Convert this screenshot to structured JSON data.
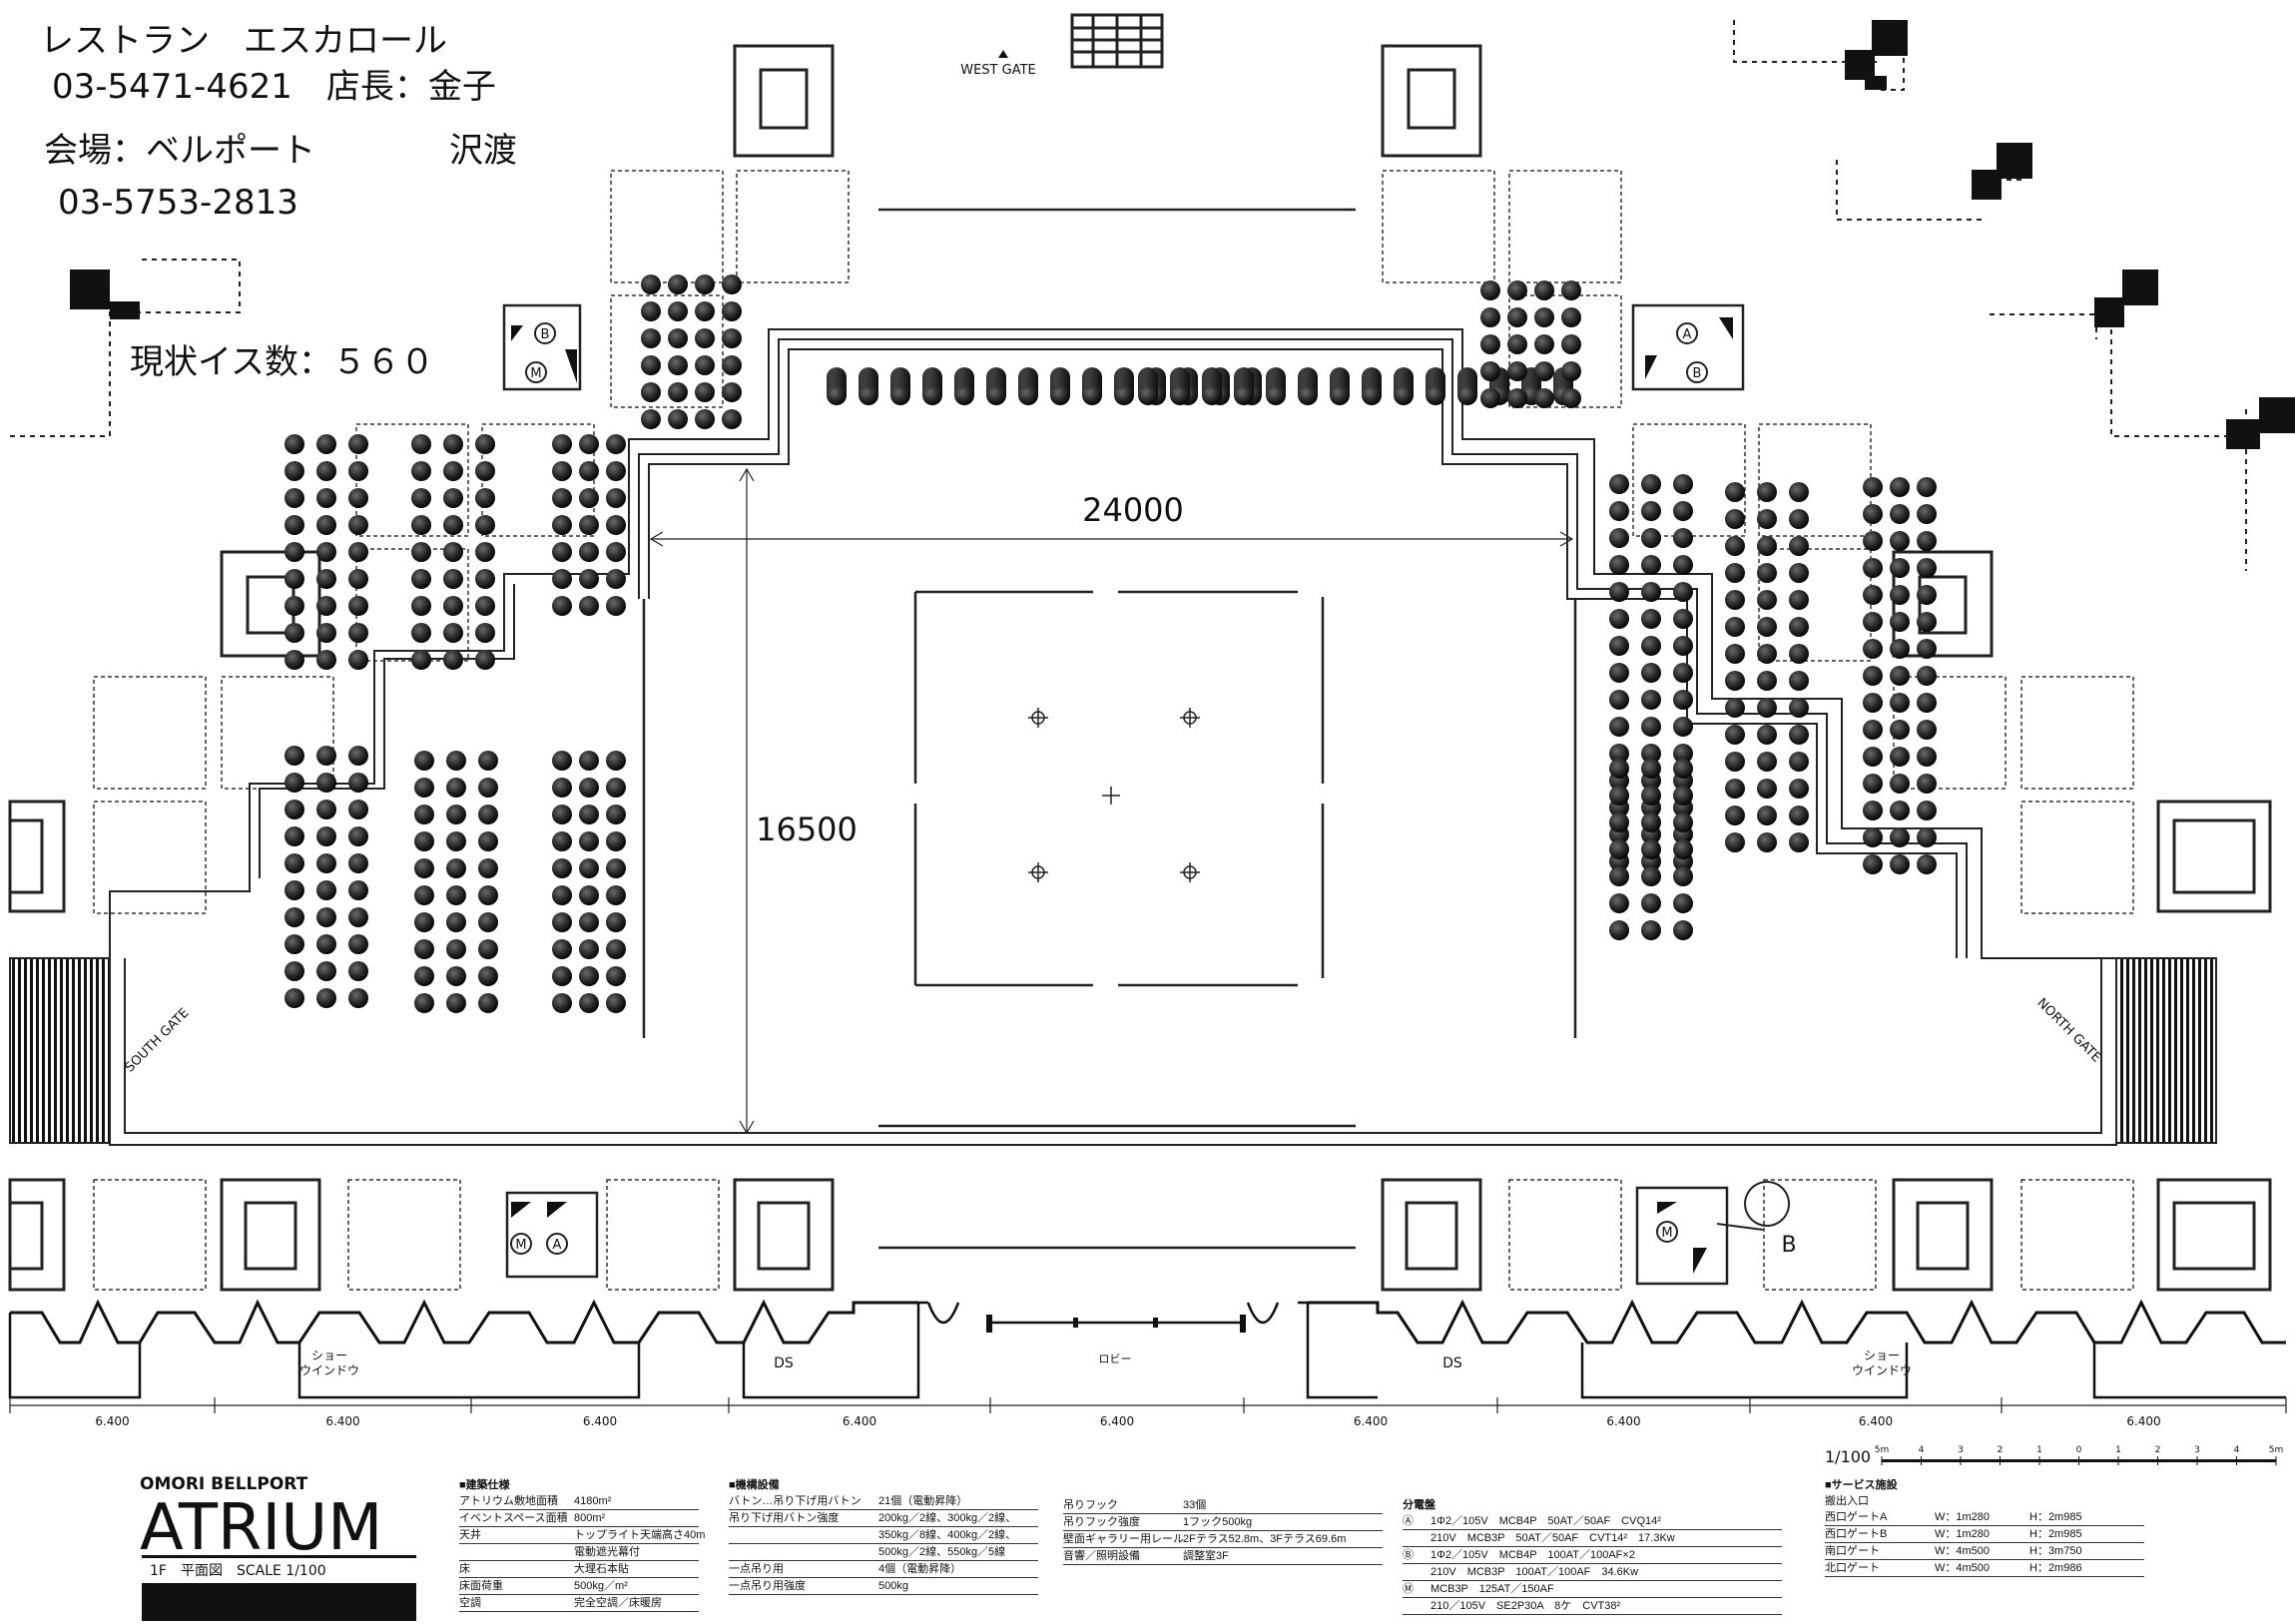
{
  "note": {
    "restaurant": "レストラン　エスカロール",
    "phone": "03-5471-4621　店長：金子",
    "venue": "会場：ベルポート",
    "venue_contact": "沢渡",
    "venue_phone": "03-5753-2813",
    "seat_count": "現状イス数：５６０"
  },
  "gates": {
    "west": "WEST GATE",
    "south": "SOUTH GATE",
    "north": "NORTH GATE"
  },
  "dims": {
    "width": "24000",
    "depth": "16500"
  },
  "panel_labels": {
    "a": "A",
    "b": "B",
    "m": "M"
  },
  "storefront": {
    "ds": "DS",
    "lobby": "ロビー",
    "window_l": [
      "ショー",
      "ウインドウ"
    ],
    "window_r": [
      "ショー",
      "ウインドウ"
    ],
    "bays": [
      "6.400",
      "6.400",
      "6.400",
      "6.400",
      "6.400",
      "6.400",
      "6.400",
      "6.400",
      "6.400"
    ]
  },
  "scale": {
    "label": "1/100",
    "unit": "5m",
    "ticks": [
      "5m",
      "4",
      "3",
      "2",
      "1",
      "0",
      "1",
      "2",
      "3",
      "4",
      "5m"
    ]
  },
  "title": {
    "brand": "OMORI BELLPORT",
    "name": "ATRIUM",
    "sub": "1F　平面図　SCALE 1/100"
  },
  "building": {
    "heading": "■建築仕様",
    "rows": [
      [
        "アトリウム敷地面積",
        "4180m²"
      ],
      [
        "イベントスペース面積",
        "800m²"
      ],
      [
        "天井",
        "トップライト天端高さ40m"
      ],
      [
        "",
        "電動遮光幕付"
      ],
      [
        "床",
        "大理石本貼"
      ],
      [
        "床面荷重",
        "500kg／m²"
      ],
      [
        "空調",
        "完全空調／床暖房"
      ]
    ]
  },
  "mechanism": {
    "heading": "■機構設備",
    "rows": [
      [
        "バトン…吊り下げ用バトン",
        "21個（電動昇降）"
      ],
      [
        "吊り下げ用バトン強度",
        "200kg／2線、300kg／2線、"
      ],
      [
        "",
        "350kg／8線、400kg／2線、"
      ],
      [
        "",
        "500kg／2線、550kg／5線"
      ],
      [
        "一点吊り用",
        "4個（電動昇降）"
      ],
      [
        "一点吊り用強度",
        "500kg"
      ]
    ],
    "rows2": [
      [
        "吊りフック",
        "33個"
      ],
      [
        "吊りフック強度",
        "1フック500kg"
      ],
      [
        "壁面ギャラリー用レール",
        "2Fテラス52.8m、3Fテラス69.6m"
      ],
      [
        "音響／照明設備",
        "調整室3F"
      ]
    ]
  },
  "power": {
    "heading": "分電盤",
    "rows": [
      [
        "Ⓐ",
        "1Φ2／105V　MCB4P　50AT／50AF　CVQ14²"
      ],
      [
        "",
        "210V　MCB3P　50AT／50AF　CVT14²　17.3Kw"
      ],
      [
        "Ⓑ",
        "1Φ2／105V　MCB4P　100AT／100AF×2"
      ],
      [
        "",
        "210V　MCB3P　100AT／100AF　34.6Kw"
      ],
      [
        "Ⓜ",
        "MCB3P　125AT／150AF"
      ],
      [
        "",
        "210／105V　SE2P30A　8ケ　CVT38²"
      ]
    ]
  },
  "service": {
    "heading": "■サービス施設",
    "section": "搬出入口",
    "rows": [
      [
        "西口ゲートA",
        "W：1m280",
        "H：2m985"
      ],
      [
        "西口ゲートB",
        "W：1m280",
        "H：2m985"
      ],
      [
        "南口ゲート",
        "W：4m500",
        "H：3m750"
      ],
      [
        "北口ゲート",
        "W：4m500",
        "H：2m986"
      ]
    ]
  }
}
